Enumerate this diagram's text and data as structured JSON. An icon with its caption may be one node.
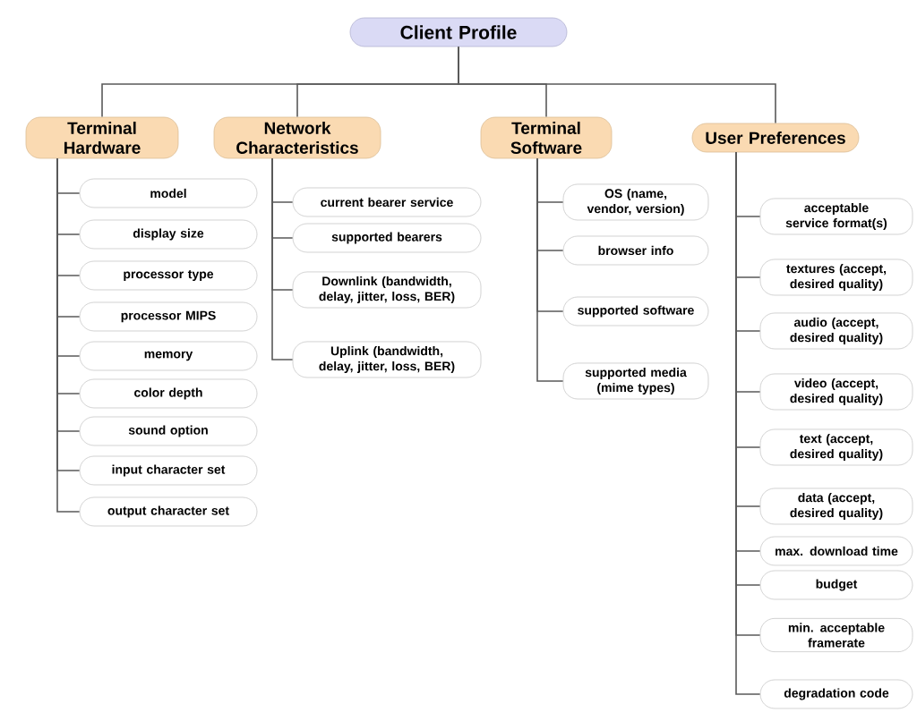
{
  "diagram": {
    "nodes": [
      {
        "text": [
          "Client Profile"
        ]
      },
      {
        "text": [
          "Terminal Hardware"
        ]
      },
      {
        "text": [
          "Network Characteristics"
        ]
      },
      {
        "text": [
          "Terminal Software"
        ]
      },
      {
        "text": [
          "User Preferences"
        ]
      },
      {
        "text": [
          "model"
        ]
      },
      {
        "text": [
          "display size"
        ]
      },
      {
        "text": [
          "processor type"
        ]
      },
      {
        "text": [
          "processor MIPS"
        ]
      },
      {
        "text": [
          "memory"
        ]
      },
      {
        "text": [
          "color depth"
        ]
      },
      {
        "text": [
          "sound option"
        ]
      },
      {
        "text": [
          "input character set"
        ]
      },
      {
        "text": [
          "output character set"
        ]
      },
      {
        "text": [
          "current bearer service"
        ]
      },
      {
        "text": [
          "supported bearers"
        ]
      },
      {
        "text": [
          "Downlink (bandwidth, delay, jitter, loss, BER)"
        ]
      },
      {
        "text": [
          "Uplink (bandwidth, delay, jitter, loss, BER)"
        ]
      },
      {
        "text": [
          "OS (name, vendor, version)"
        ]
      },
      {
        "text": [
          "browser info"
        ]
      },
      {
        "text": [
          "supported software"
        ]
      },
      {
        "text": [
          "supported media (mime types)"
        ]
      },
      {
        "text": [
          "acceptable service format(s)"
        ]
      },
      {
        "text": [
          "textures (accept, desired quality)"
        ]
      },
      {
        "text": [
          "audio (accept, desired quality)"
        ]
      },
      {
        "text": [
          "video (accept, desired quality)"
        ]
      },
      {
        "text": [
          "text (accept, desired quality)"
        ]
      },
      {
        "text": [
          "data (accept, desired quality)"
        ]
      },
      {
        "text": [
          "max. download time"
        ]
      },
      {
        "text": [
          "budget"
        ]
      },
      {
        "text": [
          "min. acceptable framerate"
        ]
      },
      {
        "text": [
          "degradation code"
        ]
      }
    ],
    "edges": [
      {
        "from": 0,
        "to": 1,
        "arrow": "none"
      },
      {
        "from": 0,
        "to": 2,
        "arrow": "none"
      },
      {
        "from": 0,
        "to": 3,
        "arrow": "none"
      },
      {
        "from": 0,
        "to": 4,
        "arrow": "none"
      },
      {
        "from": 1,
        "to": 5,
        "arrow": "none"
      },
      {
        "from": 1,
        "to": 6,
        "arrow": "none"
      },
      {
        "from": 1,
        "to": 7,
        "arrow": "none"
      },
      {
        "from": 1,
        "to": 8,
        "arrow": "none"
      },
      {
        "from": 1,
        "to": 9,
        "arrow": "none"
      },
      {
        "from": 1,
        "to": 10,
        "arrow": "none"
      },
      {
        "from": 1,
        "to": 11,
        "arrow": "none"
      },
      {
        "from": 1,
        "to": 12,
        "arrow": "none"
      },
      {
        "from": 1,
        "to": 13,
        "arrow": "none"
      },
      {
        "from": 2,
        "to": 14,
        "arrow": "none"
      },
      {
        "from": 2,
        "to": 15,
        "arrow": "none"
      },
      {
        "from": 2,
        "to": 16,
        "arrow": "none"
      },
      {
        "from": 2,
        "to": 17,
        "arrow": "none"
      },
      {
        "from": 3,
        "to": 18,
        "arrow": "none"
      },
      {
        "from": 3,
        "to": 19,
        "arrow": "none"
      },
      {
        "from": 3,
        "to": 20,
        "arrow": "none"
      },
      {
        "from": 3,
        "to": 21,
        "arrow": "none"
      },
      {
        "from": 4,
        "to": 22,
        "arrow": "none"
      },
      {
        "from": 4,
        "to": 23,
        "arrow": "none"
      },
      {
        "from": 4,
        "to": 24,
        "arrow": "none"
      },
      {
        "from": 4,
        "to": 25,
        "arrow": "none"
      },
      {
        "from": 4,
        "to": 26,
        "arrow": "none"
      },
      {
        "from": 4,
        "to": 27,
        "arrow": "none"
      },
      {
        "from": 4,
        "to": 28,
        "arrow": "none"
      },
      {
        "from": 4,
        "to": 29,
        "arrow": "none"
      },
      {
        "from": 4,
        "to": 30,
        "arrow": "none"
      },
      {
        "from": 4,
        "to": 31,
        "arrow": "none"
      }
    ]
  }
}
